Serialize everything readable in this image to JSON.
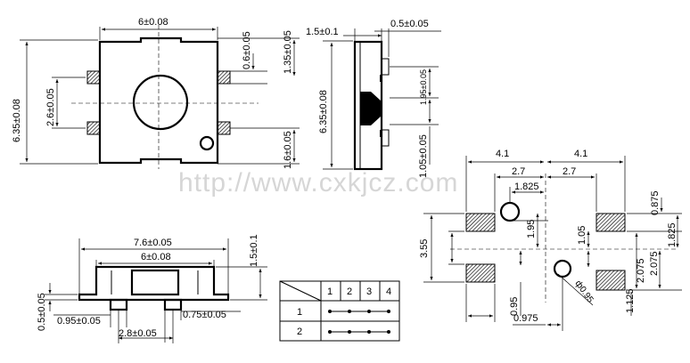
{
  "watermark": "http://www.cxkjcz.com",
  "top_view": {
    "width": "6±0.08",
    "height": "6.35±0.08",
    "pin_pitch": "2.6±0.05",
    "pin_width": "0.6±0.05",
    "pin_offset": "1.35±0.05",
    "pin_bottom": "1.6±0.05"
  },
  "side_view": {
    "thickness": "1.5±0.1",
    "lead": "0.5±0.05",
    "height": "6.35±0.08",
    "small": "1.95±0.05",
    "lower": "1.05±0.05"
  },
  "front_view": {
    "overall": "7.6±0.05",
    "body": "6±0.08",
    "height": "1.5±0.1",
    "base": "0.5±0.05",
    "foot_left": "0.95±0.05",
    "foot_right": "0.75±0.05",
    "foot_pitch": "2.8±0.05"
  },
  "switch_table": {
    "columns": [
      "1",
      "2",
      "3",
      "4"
    ],
    "rows": [
      "1",
      "2"
    ]
  },
  "footprint": {
    "left_width": "4.1",
    "right_width": "4.1",
    "left_inner": "2.7",
    "right_inner": "2.7",
    "hole_offset": "1.825",
    "pad_pitch": "3.55",
    "hole_y": "1.95",
    "center_gap": "1.05",
    "pad_h": "0.875",
    "right_pitch": "1.825",
    "right_lower": "2.075",
    "right_bottom": "1.125",
    "small_pad": "0.95",
    "bottom_x": "0.975",
    "hole_dia": "ф0.95"
  }
}
